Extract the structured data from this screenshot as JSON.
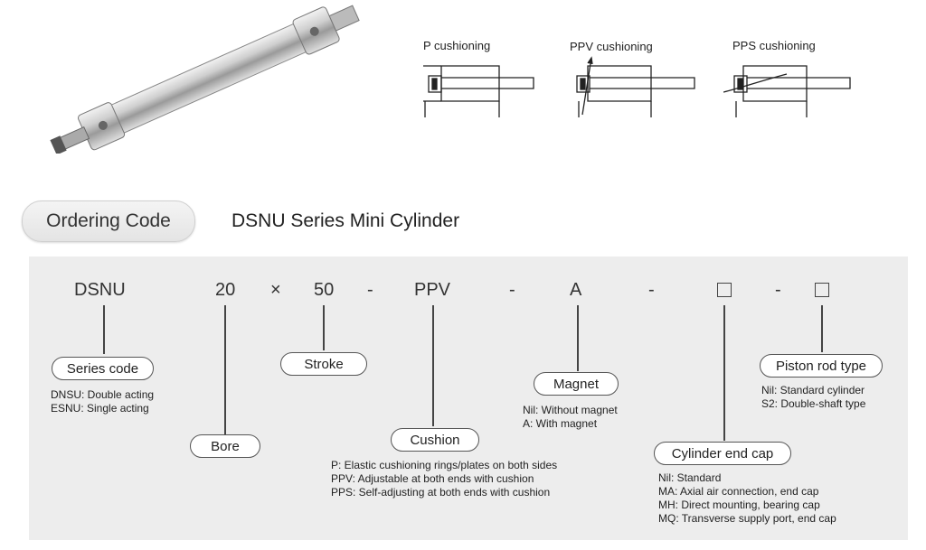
{
  "cushioning": {
    "p_label": "P cushioning",
    "ppv_label": "PPV cushioning",
    "pps_label": "PPS cushioning"
  },
  "header": {
    "ordering_code": "Ordering Code",
    "series_title": "DSNU Series Mini Cylinder"
  },
  "code": {
    "series": "DSNU",
    "bore": "20",
    "times": "×",
    "stroke": "50",
    "dash1": "-",
    "cushion": "PPV",
    "dash2": "-",
    "magnet": "A",
    "dash3": "-",
    "dash4": "-"
  },
  "fields": {
    "series_code": {
      "label": "Series code",
      "lines": [
        "DNSU: Double acting",
        "ESNU: Single acting"
      ]
    },
    "bore": {
      "label": "Bore"
    },
    "stroke": {
      "label": "Stroke"
    },
    "cushion": {
      "label": "Cushion",
      "lines": [
        "P: Elastic cushioning rings/plates on both sides",
        "PPV: Adjustable at both ends with cushion",
        "PPS: Self-adjusting at both ends with cushion"
      ]
    },
    "magnet": {
      "label": "Magnet",
      "lines": [
        "Nil: Without magnet",
        "A: With magnet"
      ]
    },
    "end_cap": {
      "label": "Cylinder end cap",
      "lines": [
        "Nil: Standard",
        "MA: Axial air connection, end cap",
        "MH: Direct mounting, bearing cap",
        "MQ: Transverse supply port, end cap"
      ]
    },
    "piston_rod": {
      "label": "Piston rod type",
      "lines": [
        "Nil: Standard cylinder",
        "S2: Double-shaft type"
      ]
    }
  }
}
